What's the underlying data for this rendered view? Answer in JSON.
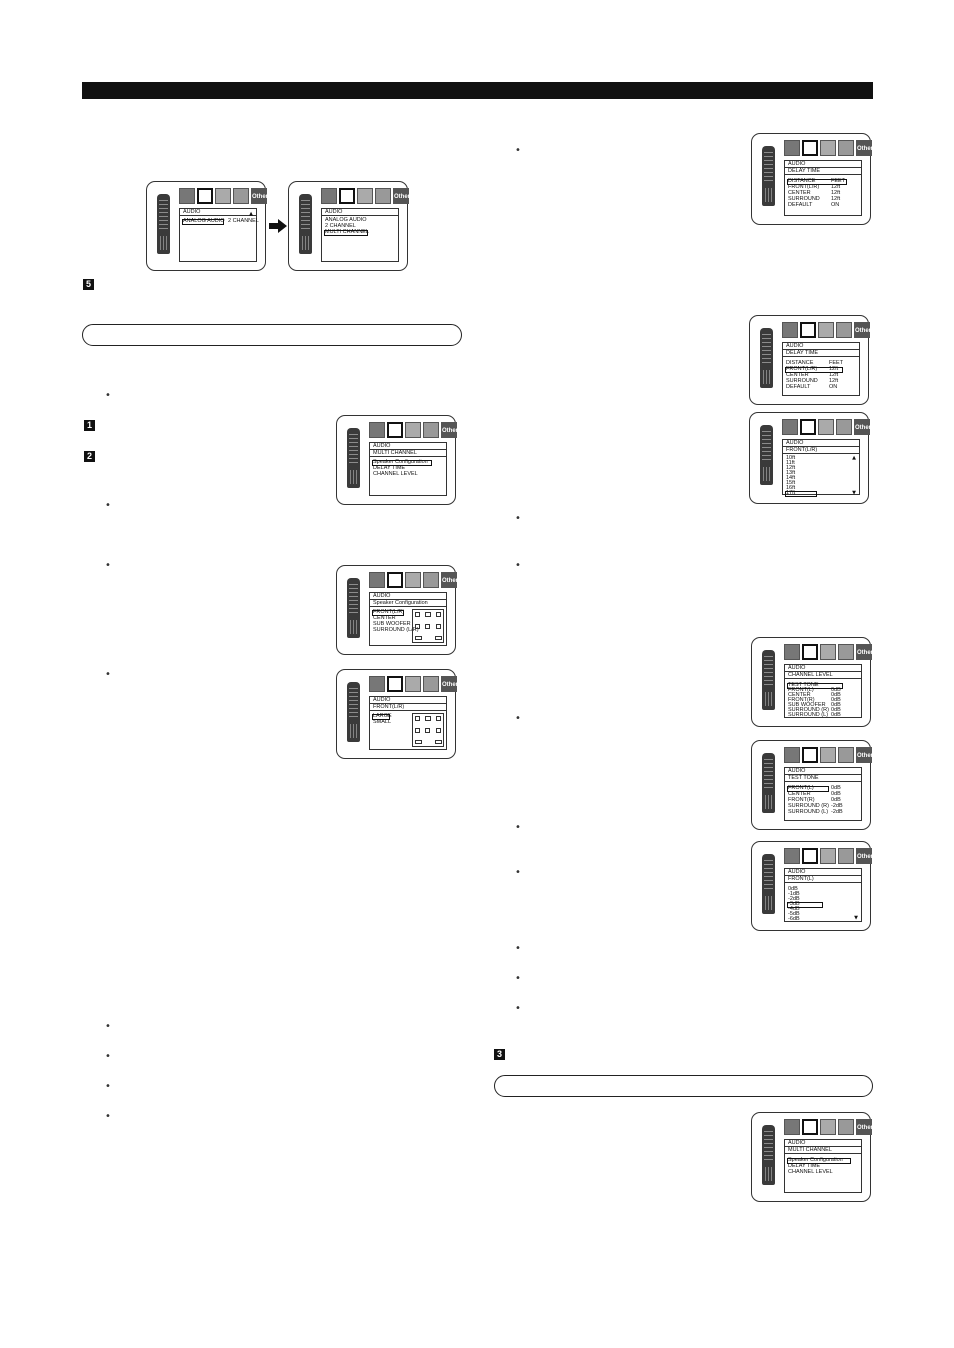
{
  "osd_common": {
    "icon_other_label": "Other"
  },
  "osd_panels": {
    "analog_audio": {
      "title": "AUDIO",
      "rows": [
        "ANALOG AUDIO"
      ],
      "value": "2 CHANNEL"
    },
    "analog_audio_options": {
      "title": "AUDIO",
      "rows": [
        "ANALOG AUDIO",
        "2 CHANNEL",
        "MULTI CHANNEL"
      ]
    },
    "multi_channel_1": {
      "title": "AUDIO",
      "subtitle": "MULTI CHANNEL",
      "rows": [
        "Speaker Configuration",
        "DELAY TIME",
        "CHANNEL LEVEL"
      ]
    },
    "speaker_config": {
      "title": "AUDIO",
      "subtitle": "Speaker Configuration",
      "rows": [
        "FRONT(L/R)",
        "CENTER",
        "SUB WOOFER",
        "SURROUND (L/R)"
      ]
    },
    "front_lr_size": {
      "title": "AUDIO",
      "subtitle": "FRONT(L/R)",
      "rows": [
        "LARGE",
        "SMALL"
      ]
    },
    "delay_time_1": {
      "title": "AUDIO",
      "subtitle": "DELAY TIME",
      "rows": [
        "DISTANCE",
        "FRONT(L/R)",
        "CENTER",
        "SURROUND",
        "DEFAULT"
      ],
      "values": [
        "FEET",
        "12ft",
        "12ft",
        "12ft",
        "ON"
      ]
    },
    "delay_time_2": {
      "title": "AUDIO",
      "subtitle": "DELAY TIME",
      "rows": [
        "DISTANCE",
        "FRONT(L/R)",
        "CENTER",
        "SURROUND",
        "DEFAULT"
      ],
      "values": [
        "FEET",
        "12ft",
        "12ft",
        "12ft",
        "ON"
      ]
    },
    "front_lr_distance": {
      "title": "AUDIO",
      "subtitle": "FRONT(L/R)",
      "rows": [
        "10ft",
        "11ft",
        "12ft",
        "13ft",
        "14ft",
        "15ft",
        "16ft",
        "17ft"
      ]
    },
    "channel_level": {
      "title": "AUDIO",
      "subtitle": "CHANNEL LEVEL",
      "rows": [
        "TEST TONE",
        "FRONT(L)",
        "CENTER",
        "FRONT(R)",
        "SUB WOOFER",
        "SURROUND (R)",
        "SURROUND (L)"
      ],
      "values": [
        "",
        "0dB",
        "0dB",
        "0dB",
        "0dB",
        "0dB",
        "0dB"
      ]
    },
    "test_tone": {
      "title": "AUDIO",
      "subtitle": "TEST TONE",
      "rows": [
        "FRONT(L)",
        "CENTER",
        "FRONT(R)",
        "SURROUND (R)",
        "SURROUND (L)"
      ],
      "values": [
        "0dB",
        "0dB",
        "0dB",
        "-2dB",
        "-2dB"
      ]
    },
    "front_l_level": {
      "title": "AUDIO",
      "subtitle": "FRONT(L)",
      "rows": [
        "0dB",
        "-1dB",
        "-2dB",
        "-3dB",
        "-4dB",
        "-5dB",
        "-6dB"
      ]
    },
    "multi_channel_2": {
      "title": "AUDIO",
      "subtitle": "MULTI CHANNEL",
      "rows": [
        "Speaker Configuration",
        "DELAY TIME",
        "CHANNEL LEVEL"
      ]
    }
  },
  "step_numbers": {
    "s5": "5",
    "s1": "1",
    "s2": "2",
    "s3": "3"
  }
}
